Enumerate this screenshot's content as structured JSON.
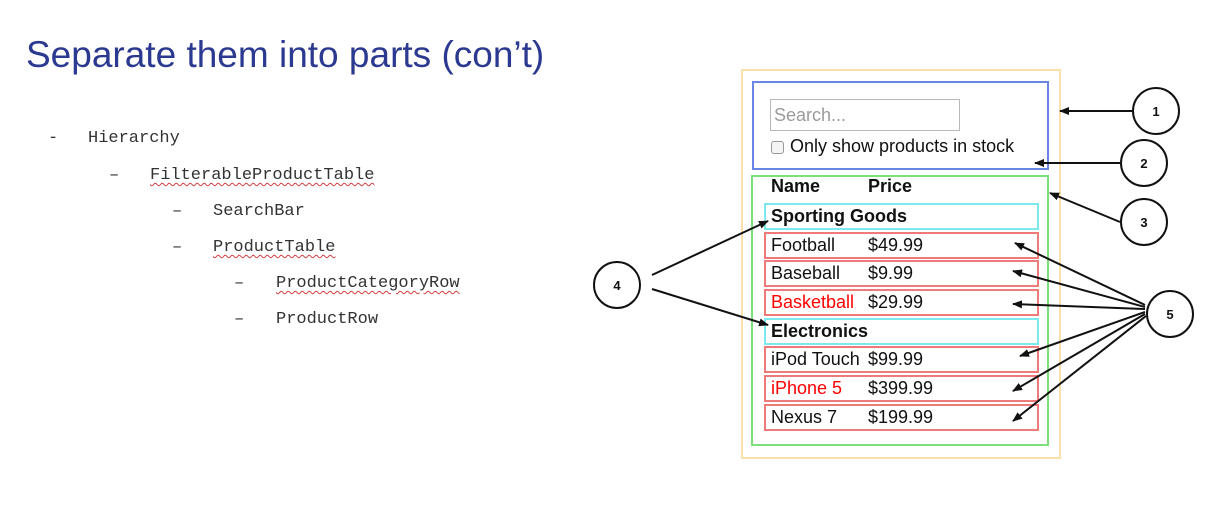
{
  "slide": {
    "title": "Separate them into parts (con’t)"
  },
  "outline": {
    "items": [
      {
        "bullet": "-",
        "text": "Hierarchy"
      },
      {
        "bullet": "–",
        "text": "FilterableProductTable"
      },
      {
        "bullet": "–",
        "text": "SearchBar"
      },
      {
        "bullet": "–",
        "text": "ProductTable"
      },
      {
        "bullet": "–",
        "text": "ProductCategoryRow"
      },
      {
        "bullet": "–",
        "text": "ProductRow"
      }
    ]
  },
  "mock": {
    "search": {
      "placeholder": "Search..."
    },
    "checkbox_label": "Only show products in stock",
    "table": {
      "headers": [
        "Name",
        "Price"
      ],
      "categories": [
        {
          "name": "Sporting Goods",
          "rows": [
            {
              "name": "Football",
              "price": "$49.99",
              "in_stock": true
            },
            {
              "name": "Baseball",
              "price": "$9.99",
              "in_stock": true
            },
            {
              "name": "Basketball",
              "price": "$29.99",
              "in_stock": false
            }
          ]
        },
        {
          "name": "Electronics",
          "rows": [
            {
              "name": "iPod Touch",
              "price": "$99.99",
              "in_stock": true
            },
            {
              "name": "iPhone 5",
              "price": "$399.99",
              "in_stock": false
            },
            {
              "name": "Nexus 7",
              "price": "$199.99",
              "in_stock": true
            }
          ]
        }
      ]
    },
    "colors": {
      "outer": "#f9dfa8",
      "searchbar": "#6a86e4",
      "table": "#7be07b",
      "category": "#7de9ef",
      "row": "#ef7a7a",
      "out_of_stock_text": "#ff0000",
      "title": "#2b3990"
    }
  },
  "callouts": [
    "1",
    "2",
    "3",
    "4",
    "5"
  ]
}
